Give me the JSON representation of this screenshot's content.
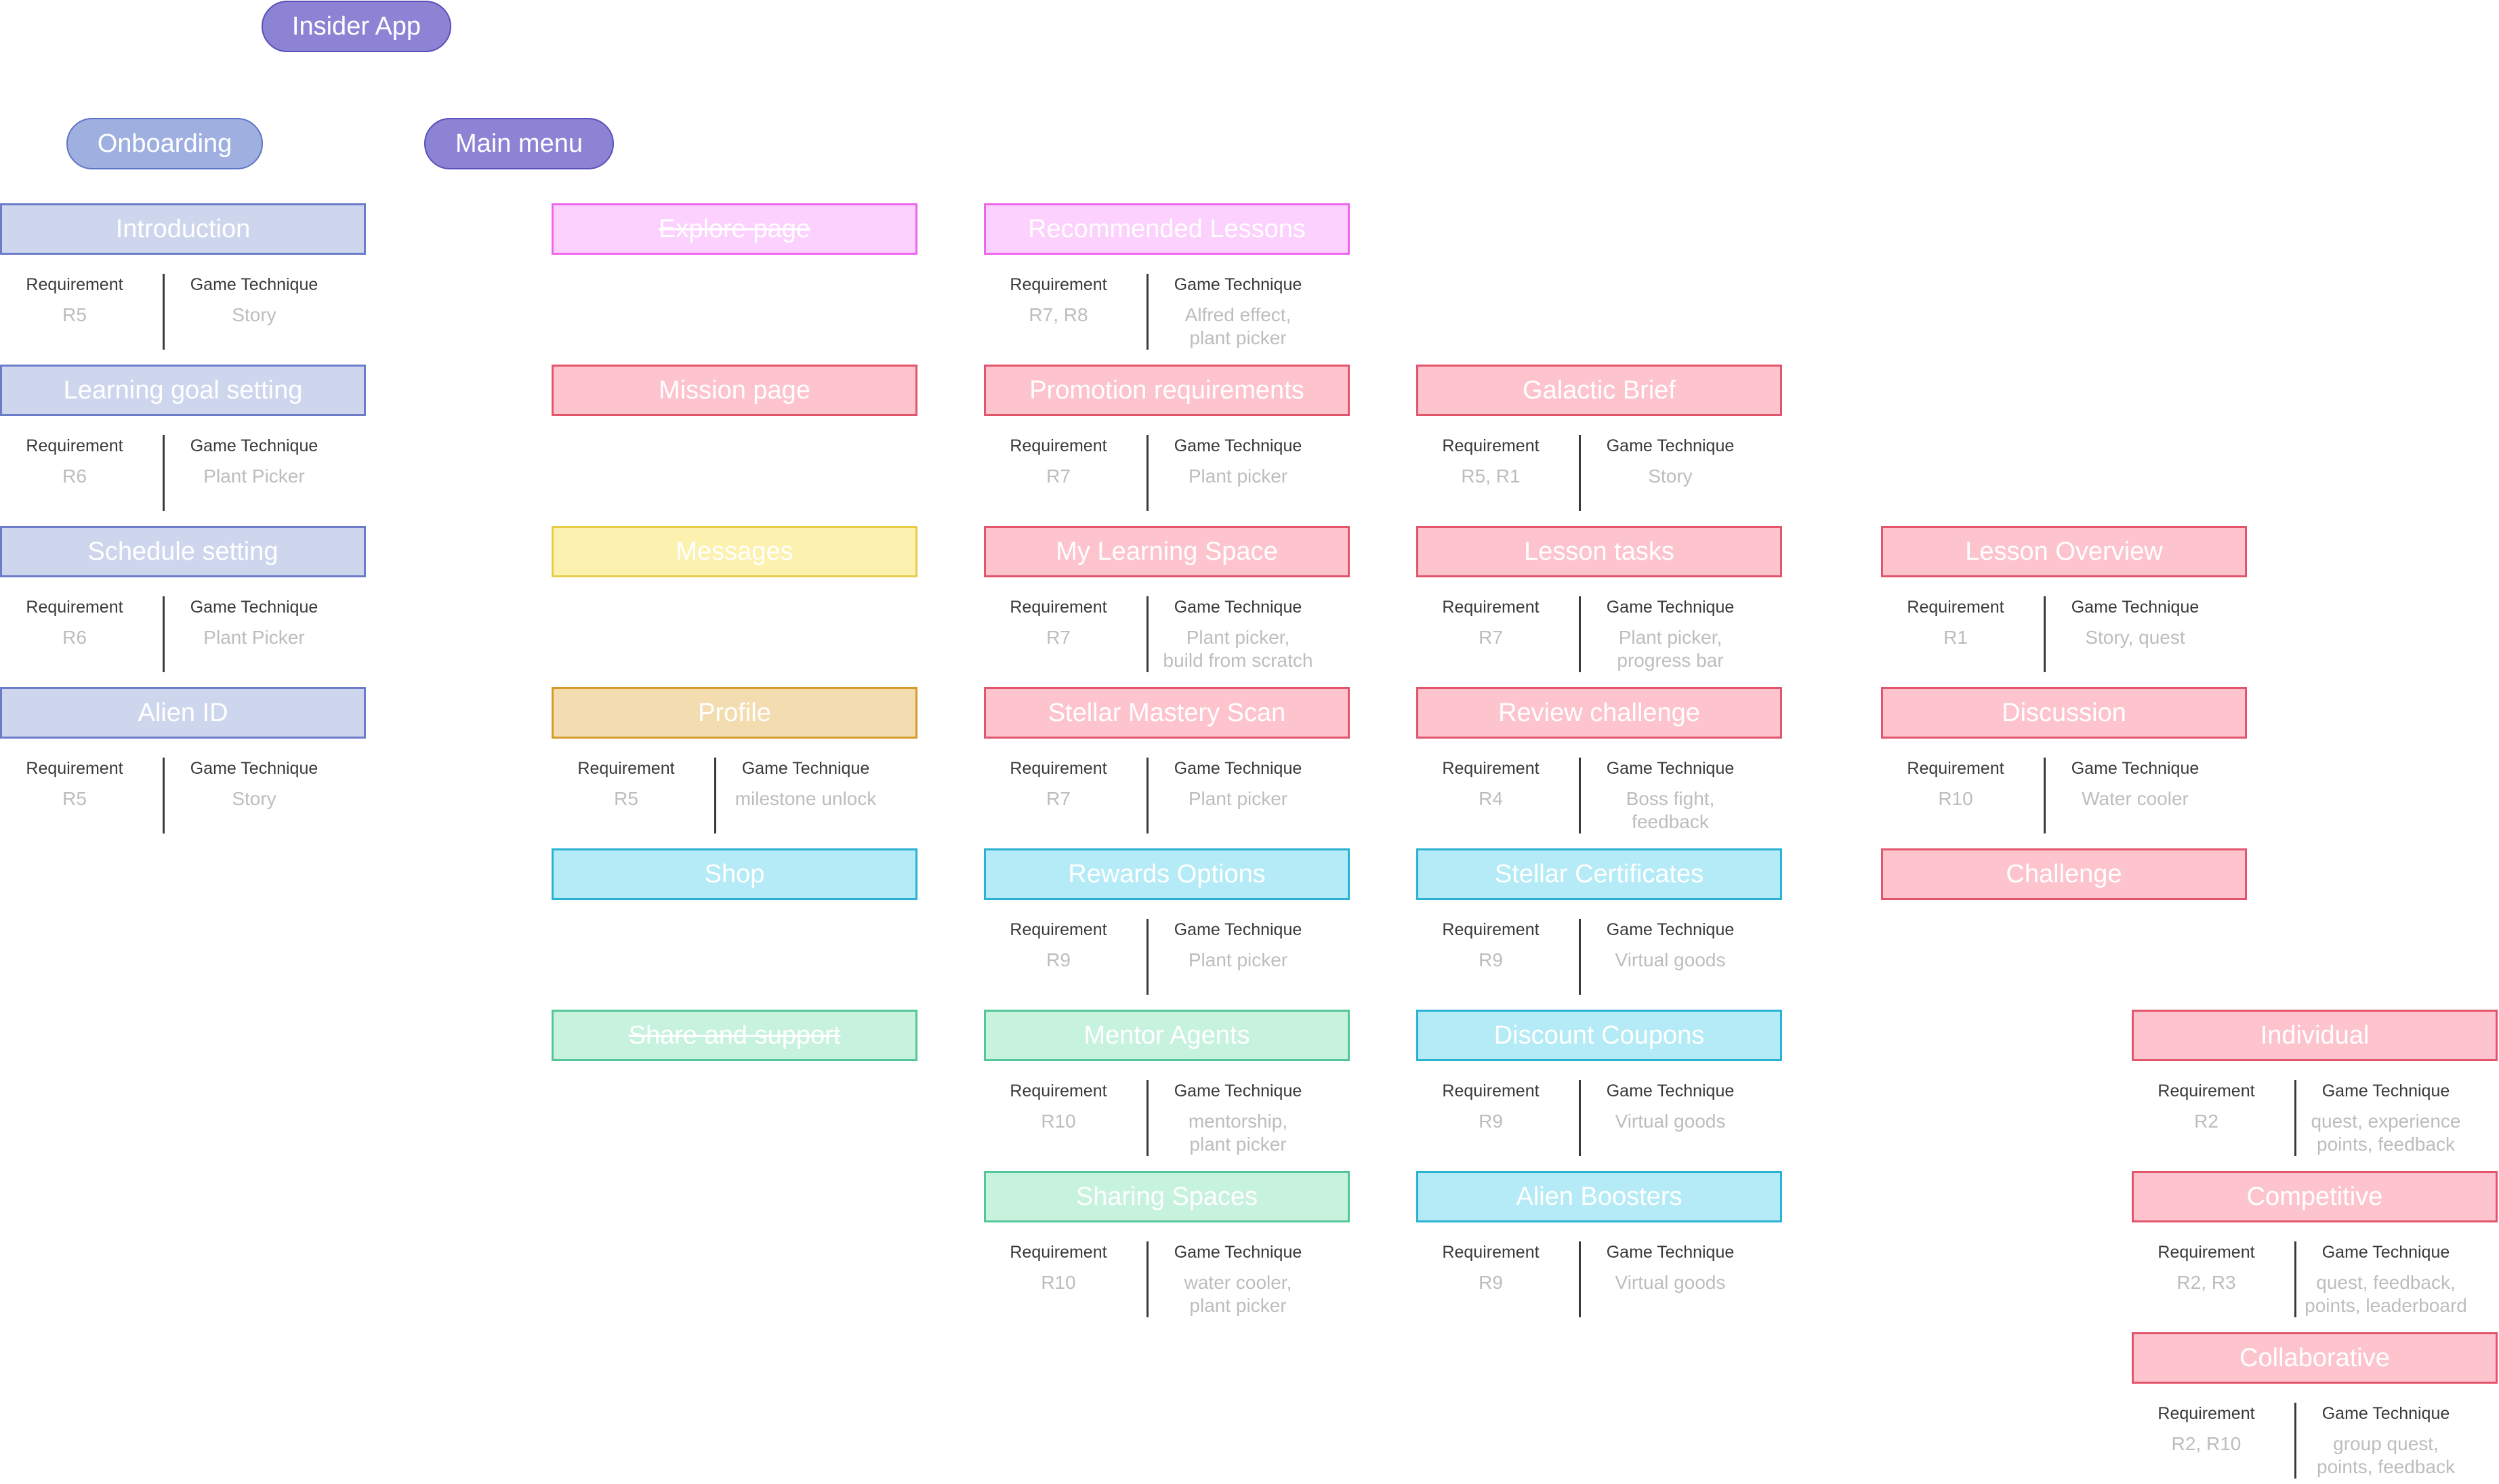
{
  "title": "Insider App",
  "sections": {
    "onboarding": "Onboarding",
    "main_menu": "Main menu"
  },
  "labels": {
    "requirement": "Requirement",
    "technique": "Game Technique"
  },
  "colors": {
    "onboarding": {
      "fill": "#ced6ee",
      "border": "#6c7cc9"
    },
    "pink": {
      "fill": "#fdd1fd",
      "border": "#ee66ee"
    },
    "red": {
      "fill": "#fdc4cd",
      "border": "#e2556b"
    },
    "yellow": {
      "fill": "#fdf1b0",
      "border": "#e9cb4a"
    },
    "orange": {
      "fill": "#f3dcb0",
      "border": "#d69a2a"
    },
    "cyan": {
      "fill": "#b5ebf6",
      "border": "#2ab2d2"
    },
    "green": {
      "fill": "#c7f2de",
      "border": "#55c699"
    },
    "title_pill": {
      "fill": "#8c83d4",
      "border": "#5a50b8"
    },
    "onboarding_pill": {
      "fill": "#9fb0e0",
      "border": "#5f74c7"
    }
  },
  "nodes": [
    {
      "id": "introduction",
      "label": "Introduction",
      "color": "onboarding",
      "requirement": "R5",
      "technique": "Story"
    },
    {
      "id": "learning-goal-setting",
      "label": "Learning goal setting",
      "color": "onboarding",
      "requirement": "R6",
      "technique": "Plant Picker"
    },
    {
      "id": "schedule-setting",
      "label": "Schedule setting",
      "color": "onboarding",
      "requirement": "R6",
      "technique": "Plant Picker"
    },
    {
      "id": "alien-id",
      "label": "Alien ID",
      "color": "onboarding",
      "requirement": "R5",
      "technique": "Story"
    },
    {
      "id": "explore-page",
      "label": "Explore page",
      "color": "pink",
      "strike": true
    },
    {
      "id": "recommended-lessons",
      "label": "Recommended Lessons",
      "color": "pink",
      "requirement": "R7, R8",
      "technique": "Alfred effect,\nplant picker"
    },
    {
      "id": "mission-page",
      "label": "Mission page",
      "color": "red"
    },
    {
      "id": "promotion-requirements",
      "label": "Promotion requirements",
      "color": "red",
      "requirement": "R7",
      "technique": "Plant picker"
    },
    {
      "id": "galactic-brief",
      "label": "Galactic Brief",
      "color": "red",
      "requirement": "R5, R1",
      "technique": "Story"
    },
    {
      "id": "messages",
      "label": "Messages",
      "color": "yellow"
    },
    {
      "id": "my-learning-space",
      "label": "My Learning Space",
      "color": "red",
      "requirement": "R7",
      "technique": "Plant picker,\nbuild from scratch"
    },
    {
      "id": "lesson-tasks",
      "label": "Lesson tasks",
      "color": "red",
      "requirement": "R7",
      "technique": "Plant picker,\nprogress bar"
    },
    {
      "id": "lesson-overview",
      "label": "Lesson Overview",
      "color": "red",
      "requirement": "R1",
      "technique": "Story, quest"
    },
    {
      "id": "profile",
      "label": "Profile",
      "color": "orange",
      "requirement": "R5",
      "technique": "milestone unlock"
    },
    {
      "id": "stellar-mastery-scan",
      "label": "Stellar Mastery Scan",
      "color": "red",
      "requirement": "R7",
      "technique": "Plant picker"
    },
    {
      "id": "review-challenge",
      "label": "Review challenge",
      "color": "red",
      "requirement": "R4",
      "technique": "Boss fight,\nfeedback"
    },
    {
      "id": "discussion",
      "label": "Discussion",
      "color": "red",
      "requirement": "R10",
      "technique": "Water cooler"
    },
    {
      "id": "shop",
      "label": "Shop",
      "color": "cyan"
    },
    {
      "id": "rewards-options",
      "label": "Rewards Options",
      "color": "cyan",
      "requirement": "R9",
      "technique": "Plant picker"
    },
    {
      "id": "stellar-certificates",
      "label": "Stellar Certificates",
      "color": "cyan",
      "requirement": "R9",
      "technique": "Virtual goods"
    },
    {
      "id": "challenge",
      "label": "Challenge",
      "color": "red"
    },
    {
      "id": "share-and-support",
      "label": "Share and support",
      "color": "green",
      "strike": true
    },
    {
      "id": "mentor-agents",
      "label": "Mentor Agents",
      "color": "green",
      "requirement": "R10",
      "technique": "mentorship,\nplant picker"
    },
    {
      "id": "discount-coupons",
      "label": "Discount Coupons",
      "color": "cyan",
      "requirement": "R9",
      "technique": "Virtual goods"
    },
    {
      "id": "individual",
      "label": "Individual",
      "color": "red",
      "requirement": "R2",
      "technique": "quest, experience\npoints, feedback"
    },
    {
      "id": "sharing-spaces",
      "label": "Sharing Spaces",
      "color": "green",
      "requirement": "R10",
      "technique": "water cooler,\nplant picker"
    },
    {
      "id": "alien-boosters",
      "label": "Alien Boosters",
      "color": "cyan",
      "requirement": "R9",
      "technique": "Virtual goods"
    },
    {
      "id": "competitive",
      "label": "Competitive",
      "color": "red",
      "requirement": "R2, R3",
      "technique": "quest, feedback,\npoints, leaderboard"
    },
    {
      "id": "collaborative",
      "label": "Collaborative",
      "color": "red",
      "requirement": "R2, R10",
      "technique": "group quest,\npoints, feedback"
    }
  ]
}
